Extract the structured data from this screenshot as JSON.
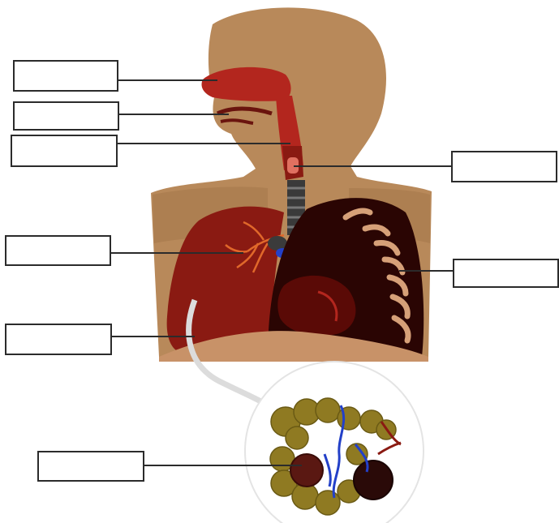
{
  "diagram": {
    "labels": [
      {
        "id": "lb-1",
        "text": ""
      },
      {
        "id": "lb-2",
        "text": ""
      },
      {
        "id": "lb-3",
        "text": ""
      },
      {
        "id": "lb-4",
        "text": ""
      },
      {
        "id": "lb-5",
        "text": ""
      },
      {
        "id": "lb-6",
        "text": ""
      },
      {
        "id": "lb-7",
        "text": ""
      },
      {
        "id": "lb-8",
        "text": ""
      }
    ]
  },
  "colors": {
    "skin": "#b8895a",
    "skin_shadow": "#a4764a",
    "airway": "#b3261e",
    "lung_right": "#8a1a12",
    "lung_left": "#2a0503",
    "rib": "#d6a078",
    "alveoli": "#8f7a22",
    "vessel_blue": "#2340c8",
    "leader_line": "#2b2b2b"
  }
}
